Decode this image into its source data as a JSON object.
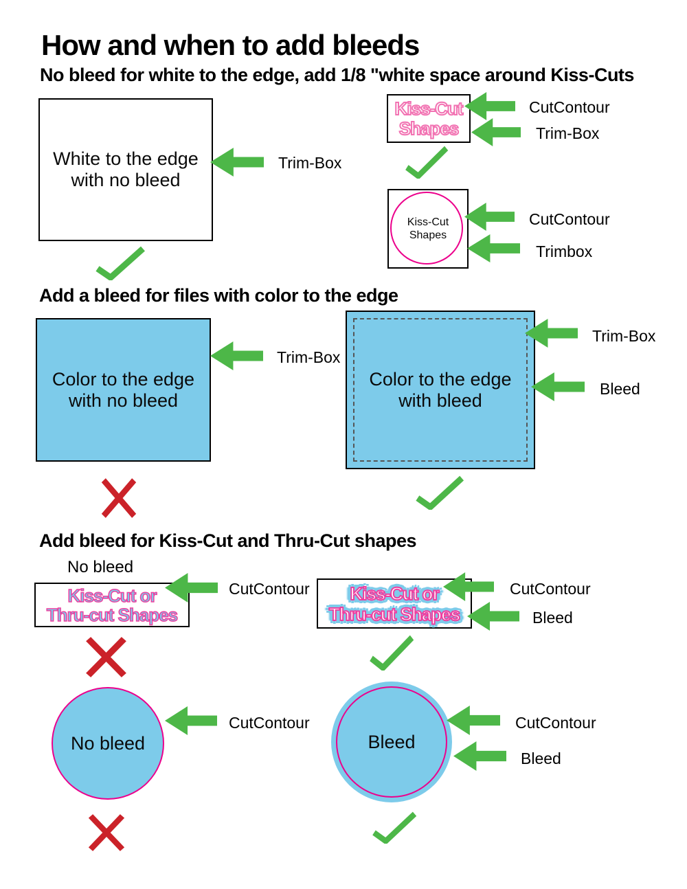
{
  "title": "How and when to add bleeds",
  "subtitle": "No bleed for white to the edge, add 1/8 \"white space around Kiss-Cuts",
  "colors": {
    "arrow_green": "#4DB748",
    "cross_red": "#CB2229",
    "fill_blue": "#7DCBEA",
    "cutcontour_magenta": "#EC008C",
    "outline_pink": "#F272B2"
  },
  "section1": {
    "white_box": {
      "line1": "White to the edge",
      "line2": "with no bleed",
      "arrow_label": "Trim-Box"
    },
    "kiss_cut_text_box": {
      "line1": "Kiss-Cut",
      "line2": "Shapes",
      "arrow1_label": "CutContour",
      "arrow2_label": "Trim-Box"
    },
    "kiss_cut_circle_box": {
      "line1": "Kiss-Cut",
      "line2": "Shapes",
      "arrow1_label": "CutContour",
      "arrow2_label": "Trimbox"
    }
  },
  "section2": {
    "heading": "Add a bleed for files with color to the edge",
    "no_bleed_box": {
      "line1": "Color to the edge",
      "line2": "with no bleed",
      "arrow_label": "Trim-Box"
    },
    "bleed_box": {
      "line1": "Color to the edge",
      "line2": "with bleed",
      "arrow1_label": "Trim-Box",
      "arrow2_label": "Bleed"
    }
  },
  "section3": {
    "heading": "Add bleed for Kiss-Cut and Thru-Cut shapes",
    "caption": "No bleed",
    "no_bleed_text_box": {
      "line1": "Kiss-Cut or",
      "line2": "Thru-cut Shapes",
      "arrow_label": "CutContour"
    },
    "bleed_text_box": {
      "line1": "Kiss-Cut or",
      "line2": "Thru-cut Shapes",
      "arrow1_label": "CutContour",
      "arrow2_label": "Bleed"
    },
    "no_bleed_circle": {
      "label": "No bleed",
      "arrow_label": "CutContour"
    },
    "bleed_circle": {
      "label": "Bleed",
      "arrow1_label": "CutContour",
      "arrow2_label": "Bleed"
    }
  }
}
